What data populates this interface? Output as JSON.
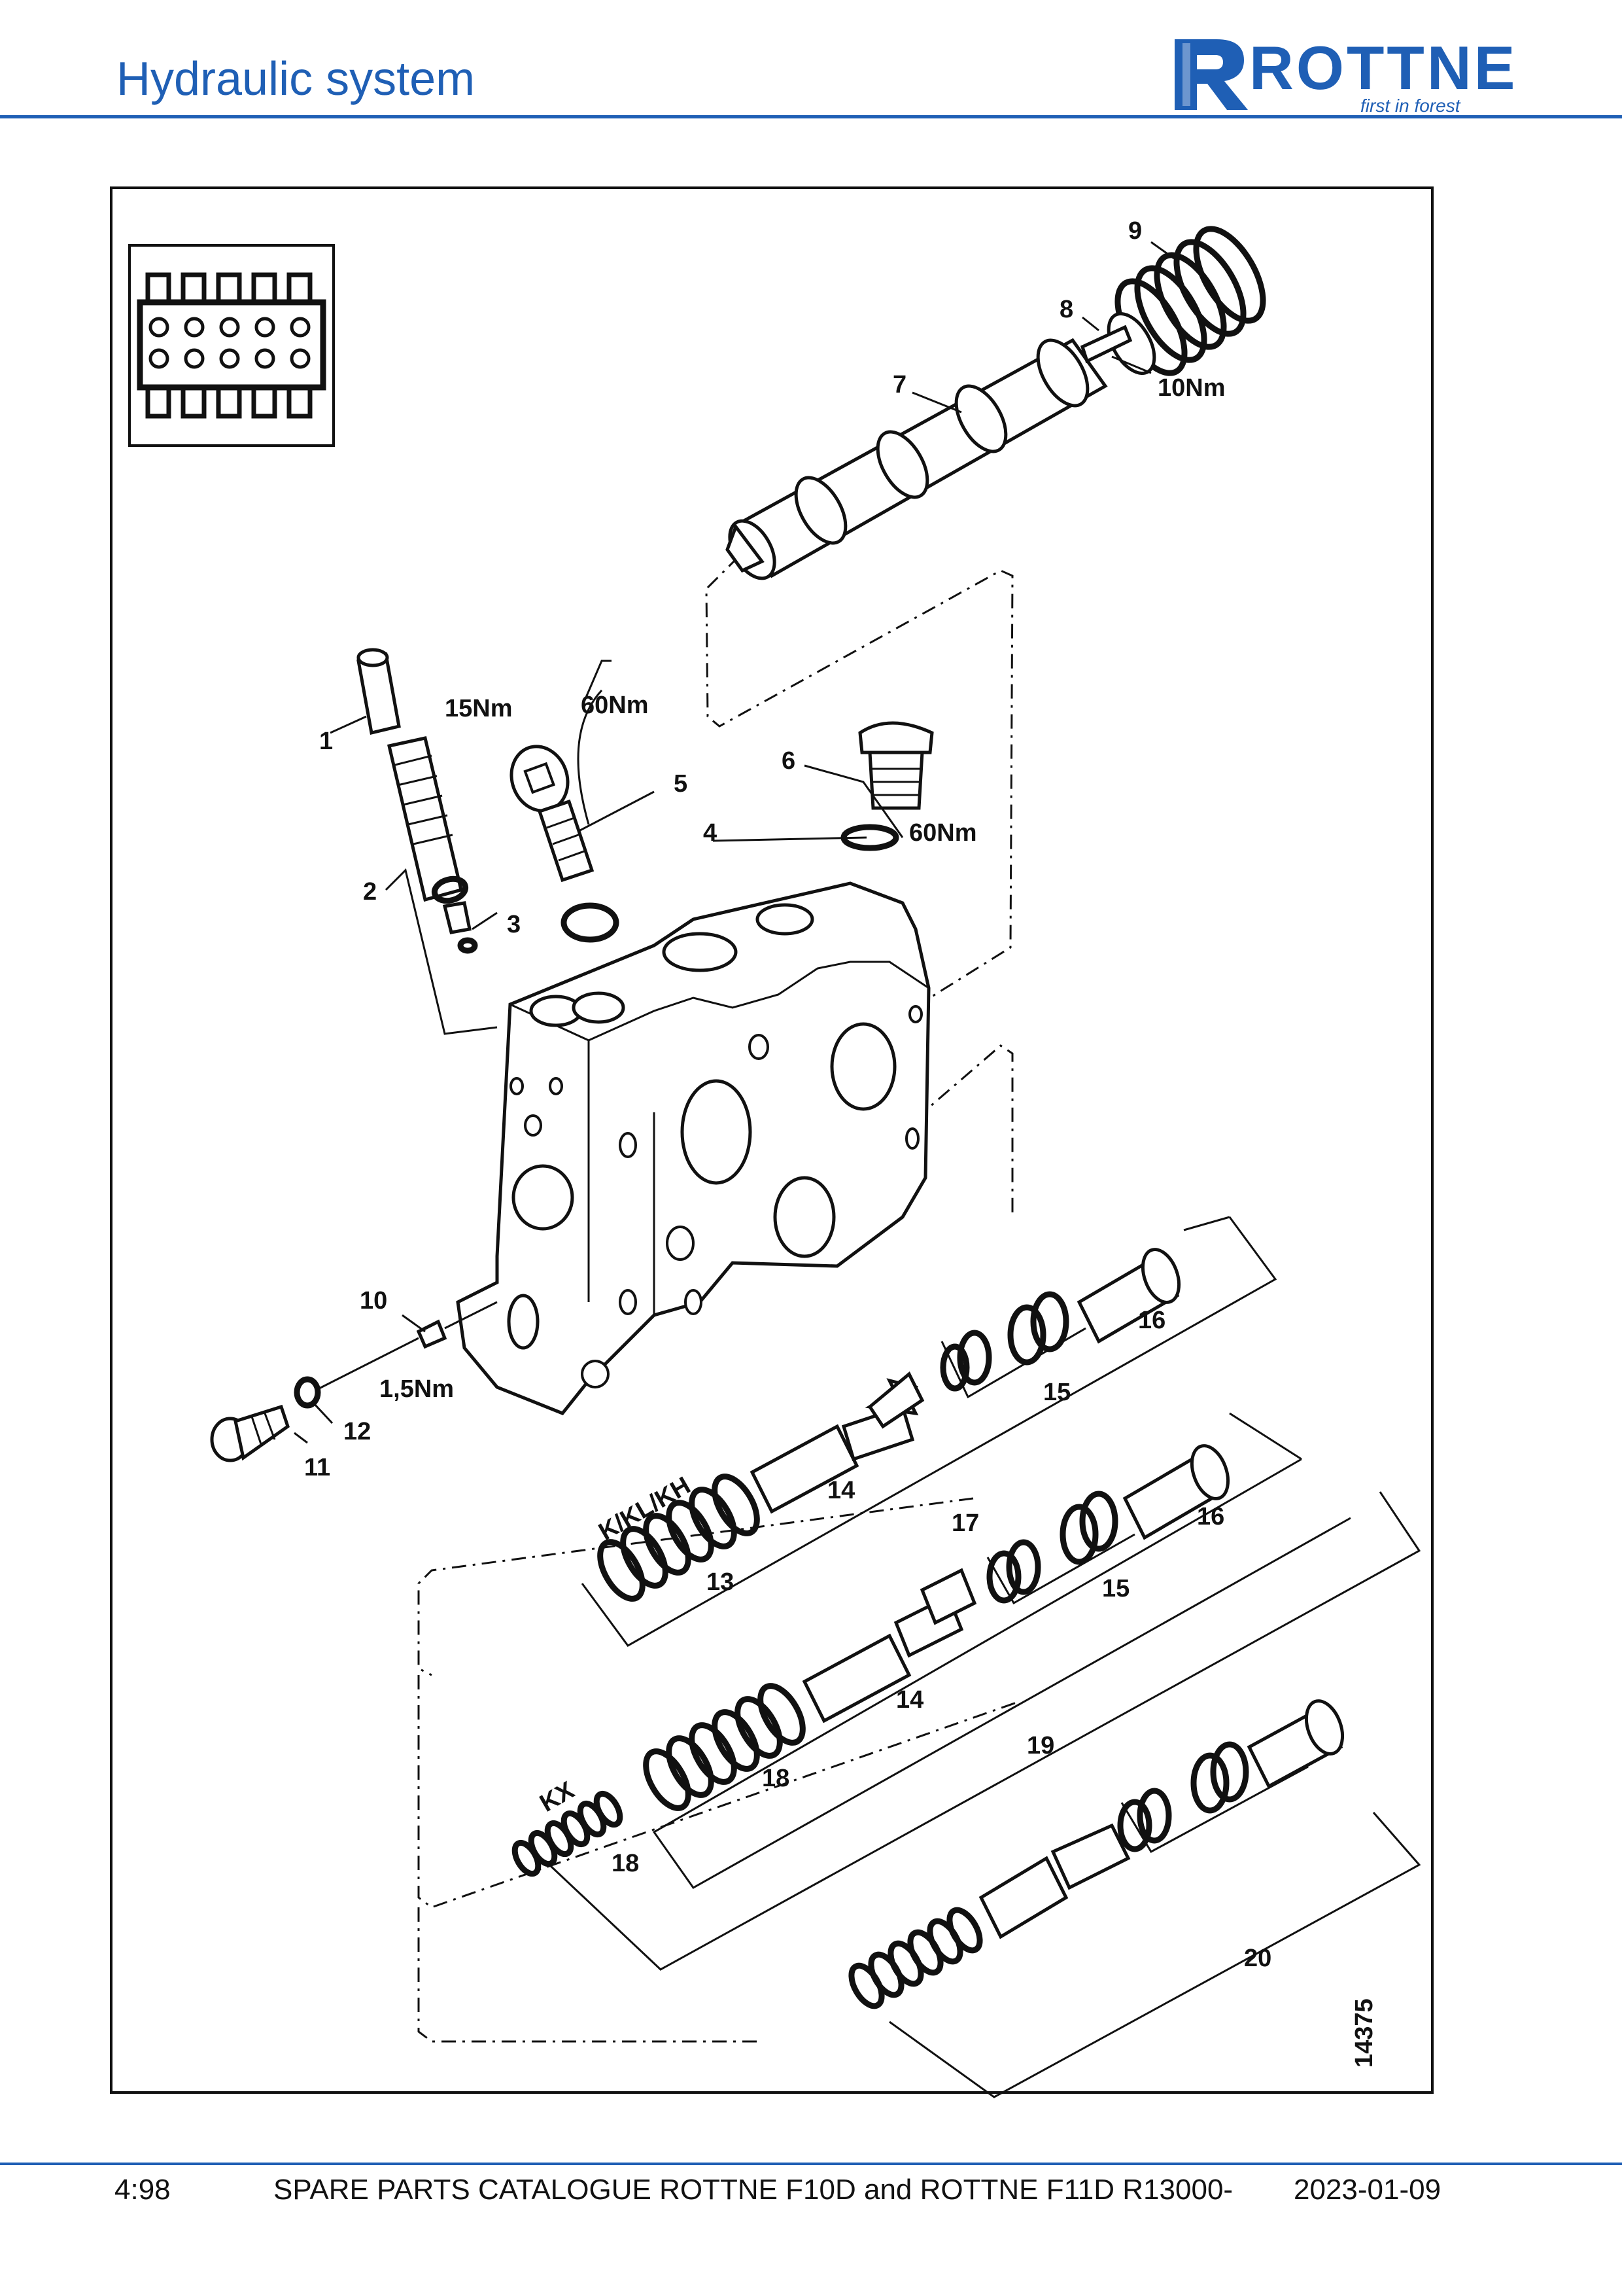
{
  "header": {
    "title": "Hydraulic system"
  },
  "logo": {
    "wordmark": "ROTTNE",
    "tagline": "first in forest"
  },
  "footer": {
    "page": "4:98",
    "catalogue": "SPARE PARTS CATALOGUE ROTTNE F10D and ROTTNE F11D R13000-",
    "date": "2023-01-09"
  },
  "diagram": {
    "image_number": "14375",
    "callouts": [
      "1",
      "2",
      "3",
      "4",
      "5",
      "6",
      "7",
      "8",
      "9",
      "10",
      "11",
      "12",
      "13",
      "14",
      "15",
      "16",
      "17",
      "14",
      "15",
      "16",
      "18",
      "18",
      "19",
      "20"
    ],
    "torques": [
      "15Nm",
      "60Nm",
      "60Nm",
      "10Nm",
      "1,5Nm"
    ],
    "variant_labels": [
      "K/KL/KH",
      "KX"
    ]
  },
  "colors": {
    "brand_blue": "#1f5fb5",
    "ink": "#111111"
  }
}
